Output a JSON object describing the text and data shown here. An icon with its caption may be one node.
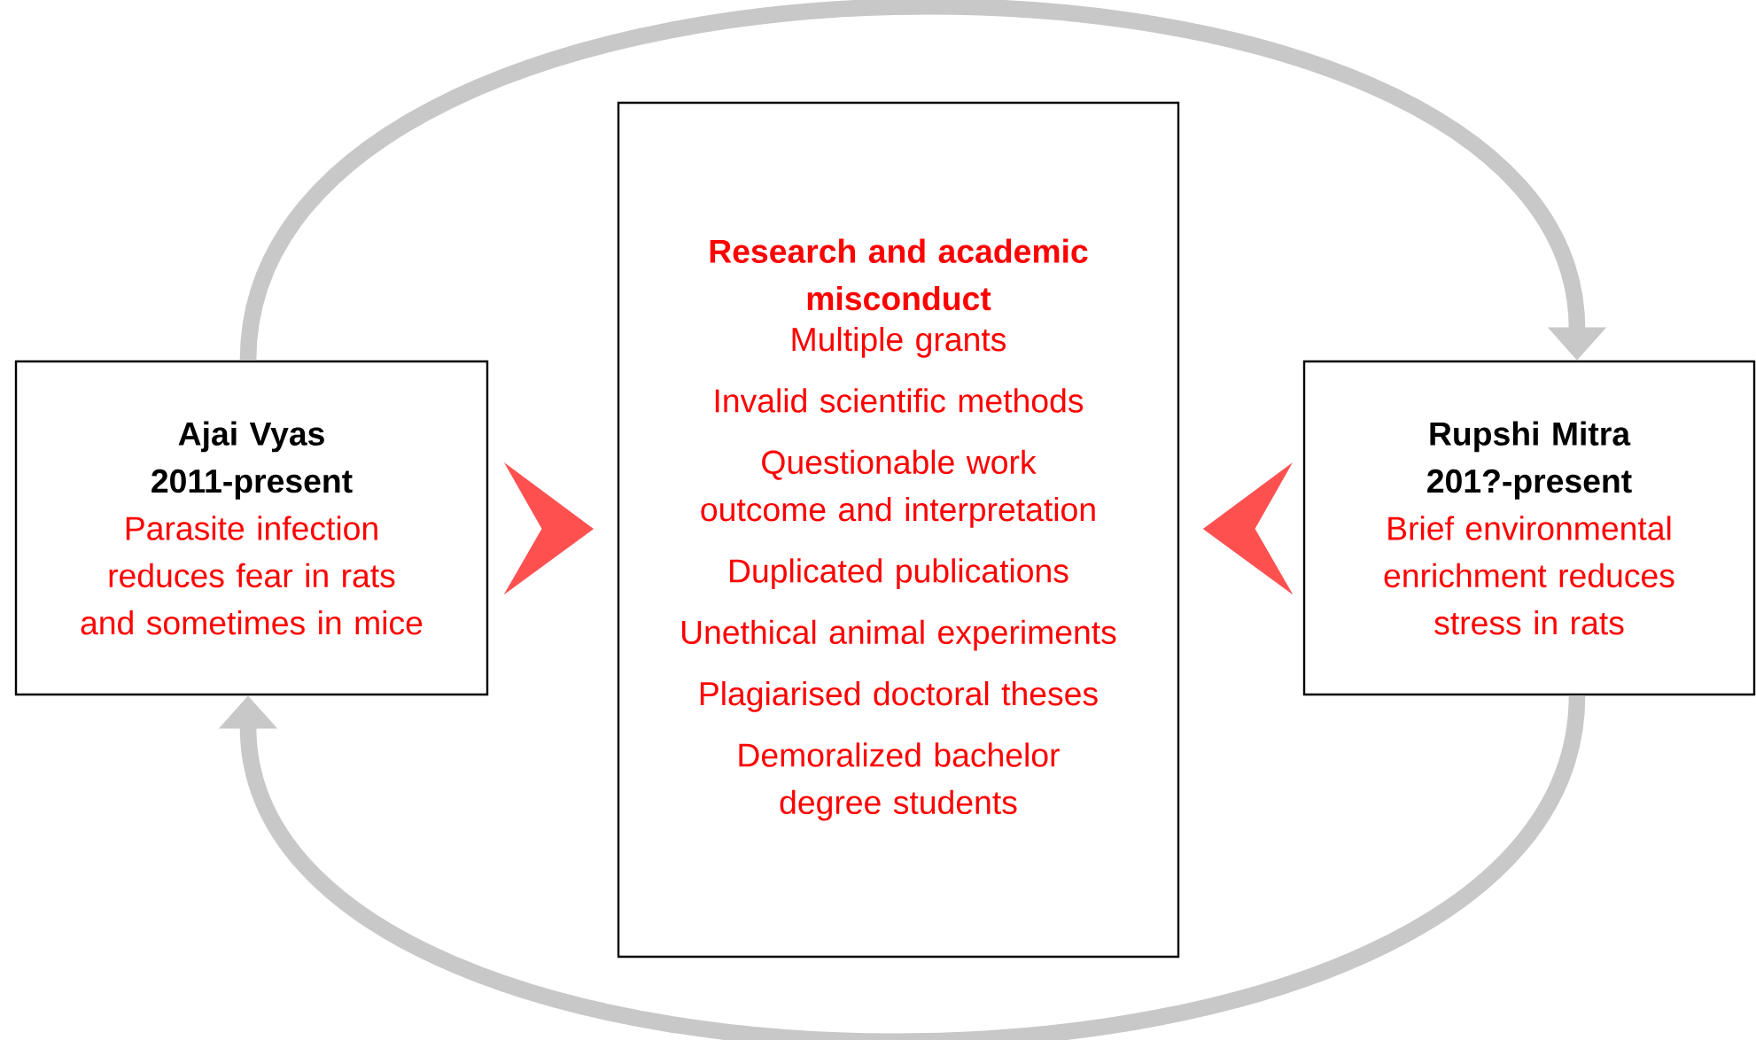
{
  "diagram": {
    "nodes": [
      {
        "text": [
          "Ajai Vyas 2011-present",
          "Parasite infection reduces fear in rats and sometimes in mice"
        ]
      },
      {
        "text": [
          "Research and academic misconduct",
          "Multiple grants",
          "Invalid scientific methods",
          "Questionable work outcome and interpretation",
          "Duplicated publications",
          "Unethical animal experiments",
          "Plagiarised doctoral theses",
          "Demoralized bachelor degree students"
        ]
      },
      {
        "text": [
          "Rupshi Mitra 201?-present",
          "Brief environmental enrichment reduces stress in rats"
        ]
      }
    ],
    "edges": [
      {
        "from": 0,
        "to": 2,
        "arrow": "to",
        "color": "#c8c8c8"
      },
      {
        "from": 2,
        "to": 0,
        "arrow": "to",
        "color": "#c8c8c8"
      },
      {
        "from": 0,
        "to": 1,
        "arrow": "to",
        "color": "#ff5050"
      },
      {
        "from": 2,
        "to": 1,
        "arrow": "to",
        "color": "#ff5050"
      }
    ]
  }
}
